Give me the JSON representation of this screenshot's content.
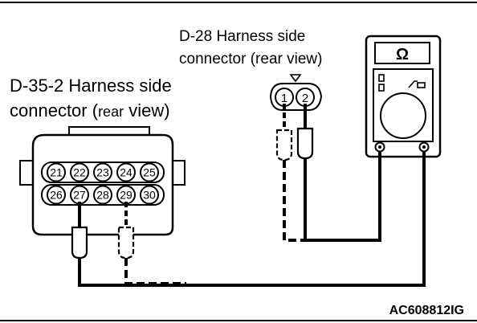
{
  "labels": {
    "d28_line1": "D-28 Harness side",
    "d28_line2": "connector (rear view)",
    "d35_line1": "D-35-2 Harness side",
    "d35_line2_a": "connector (",
    "d35_line2_b": "rear",
    "d35_line2_c": " view)",
    "figure_id": "AC608812IG"
  },
  "meter": {
    "unit_symbol": "Ω"
  },
  "d28_pins": [
    "1",
    "2"
  ],
  "d35_pins_top": [
    "21",
    "22",
    "23",
    "24",
    "25"
  ],
  "d35_pins_bottom": [
    "26",
    "27",
    "28",
    "29",
    "30"
  ],
  "colors": {
    "ink": "#000000",
    "background": "#ffffff"
  }
}
